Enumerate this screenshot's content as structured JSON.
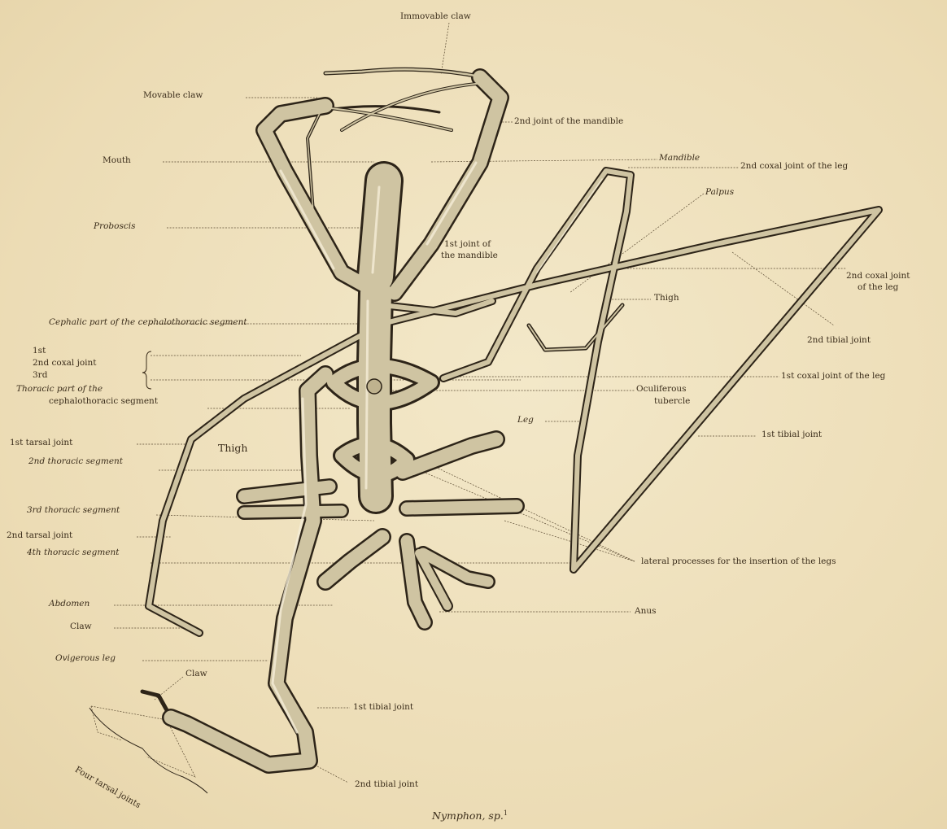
{
  "caption": "Nymphon, sp.",
  "caption_mark": "1",
  "labels": {
    "immovable_claw": "Immovable claw",
    "movable_claw": "Movable claw",
    "second_joint_mandible": "2nd joint of the mandible",
    "mouth": "Mouth",
    "mandible": "Mandible",
    "second_coxal_joint_leg_top": "2nd coxal joint of the leg",
    "palpus": "Palpus",
    "proboscis": "Proboscis",
    "first_joint_mandible_1": "1st joint of",
    "first_joint_mandible_2": "the mandible",
    "second_coxal_joint_leg_right_1": "2nd coxal joint",
    "second_coxal_joint_leg_right_2": "of the leg",
    "thigh_upper": "Thigh",
    "cephalic_part": "Cephalic part of the cephalothoracic segment",
    "second_tibial_joint_upper": "2nd tibial joint",
    "bracket_1st": "1st",
    "bracket_2nd": "2nd coxal joint",
    "bracket_3rd": "3rd",
    "first_coxal_joint_leg": "1st coxal joint of the leg",
    "thoracic_part_1": "Thoracic part of the",
    "thoracic_part_2": "cephalothoracic segment",
    "oculiferous_1": "Oculiferous",
    "oculiferous_2": "tubercle",
    "leg": "Leg",
    "first_tibial_joint_right": "1st tibial joint",
    "first_tarsal_joint": "1st tarsal joint",
    "thigh_lower": "Thigh",
    "second_thoracic_segment": "2nd thoracic segment",
    "third_thoracic_segment": "3rd thoracic segment",
    "second_tarsal_joint": "2nd tarsal joint",
    "fourth_thoracic_segment": "4th thoracic segment",
    "lateral_processes": "lateral processes for the insertion of the legs",
    "abdomen": "Abdomen",
    "anus": "Anus",
    "claw_left": "Claw",
    "ovigerous_leg": "Ovigerous leg",
    "claw_bottom": "Claw",
    "first_tibial_joint_bottom": "1st tibial joint",
    "four_tarsal_joints": "Four tarsal joints",
    "second_tibial_joint_bottom": "2nd tibial joint"
  },
  "colors": {
    "paper": "#efe2bf",
    "ink": "#2d2418",
    "limb_fill": "#cfc4a2"
  }
}
